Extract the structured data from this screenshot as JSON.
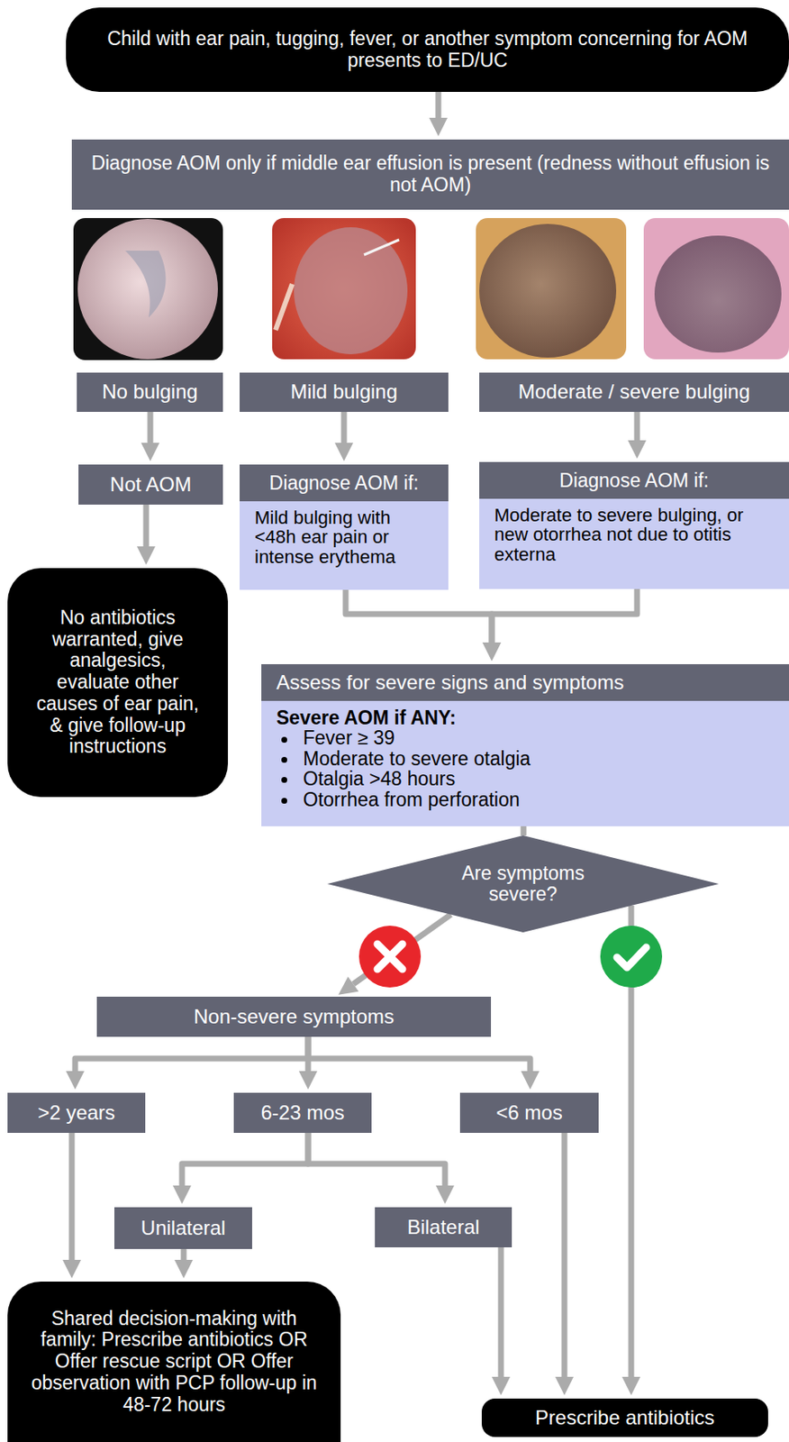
{
  "diagram": {
    "nodes": [
      {
        "text": [
          "Child with ear pain, tugging, fever, or another symptom concerning for AOM presents to ED/UC"
        ]
      },
      {
        "text": [
          "Diagnose AOM only if middle ear effusion is present (redness without effusion is not AOM)"
        ]
      },
      {
        "text": [
          "No bulging"
        ]
      },
      {
        "text": [
          "Mild bulging"
        ]
      },
      {
        "text": [
          "Moderate / severe bulging"
        ]
      },
      {
        "text": [
          "Not AOM"
        ]
      },
      {
        "text": [
          "Diagnose AOM if:",
          "Mild bulging with <48h ear pain or intense erythema"
        ]
      },
      {
        "text": [
          "Diagnose AOM if:",
          "Moderate to severe bulging, or new otorrhea not due to otitis externa"
        ]
      },
      {
        "text": [
          "No antibiotics warranted, give analgesics, evaluate other causes of ear pain, & give follow-up instructions"
        ]
      },
      {
        "text": [
          "Assess for severe signs and symptoms",
          "Severe AOM if ANY:",
          "Fever ≥ 39",
          "Moderate to severe otalgia",
          "Otalgia >48 hours",
          "Otorrhea from perforation"
        ]
      },
      {
        "text": [
          "Are symptoms severe?"
        ]
      },
      {
        "text": [
          "Non-severe symptoms"
        ]
      },
      {
        "text": [
          ">2 years"
        ]
      },
      {
        "text": [
          "6-23 mos"
        ]
      },
      {
        "text": [
          "<6 mos"
        ]
      },
      {
        "text": [
          "Unilateral"
        ]
      },
      {
        "text": [
          "Bilateral"
        ]
      },
      {
        "text": [
          "Shared decision-making with family: Prescribe antibiotics OR Offer rescue script OR Offer observation with PCP follow-up in 48-72 hours"
        ]
      },
      {
        "text": [
          "Prescribe antibiotics"
        ]
      }
    ],
    "edges": [
      {
        "from": 0,
        "to": 1,
        "arrow": "to"
      },
      {
        "from": 2,
        "to": 5,
        "arrow": "to"
      },
      {
        "from": 3,
        "to": 6,
        "arrow": "to"
      },
      {
        "from": 4,
        "to": 7,
        "arrow": "to"
      },
      {
        "from": 5,
        "to": 8,
        "arrow": "to"
      },
      {
        "from": 6,
        "to": 9,
        "arrow": "to"
      },
      {
        "from": 7,
        "to": 9,
        "arrow": "to"
      },
      {
        "from": 9,
        "to": 10,
        "arrow": "none"
      },
      {
        "from": 10,
        "to": 11,
        "arrow": "to"
      },
      {
        "from": 10,
        "to": 18,
        "arrow": "to"
      },
      {
        "from": 11,
        "to": 12,
        "arrow": "to"
      },
      {
        "from": 11,
        "to": 13,
        "arrow": "to"
      },
      {
        "from": 11,
        "to": 14,
        "arrow": "to"
      },
      {
        "from": 13,
        "to": 15,
        "arrow": "to"
      },
      {
        "from": 13,
        "to": 16,
        "arrow": "to"
      },
      {
        "from": 12,
        "to": 17,
        "arrow": "to"
      },
      {
        "from": 15,
        "to": 17,
        "arrow": "to"
      },
      {
        "from": 16,
        "to": 18,
        "arrow": "to"
      },
      {
        "from": 14,
        "to": 18,
        "arrow": "to"
      }
    ]
  }
}
